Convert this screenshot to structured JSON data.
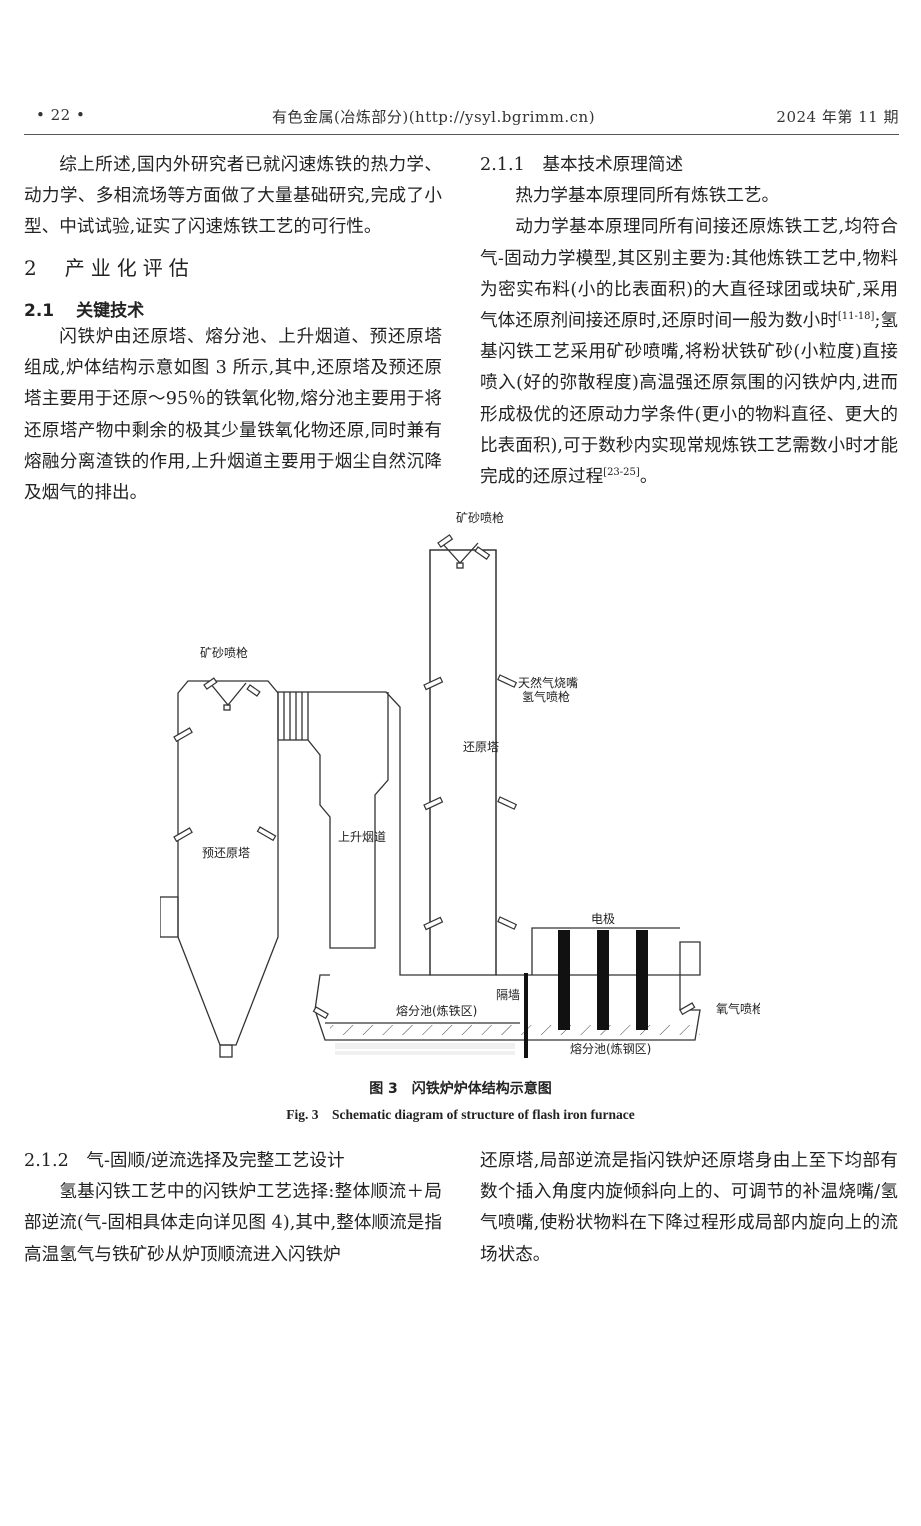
{
  "header": {
    "page_num": "• 22 •",
    "journal": "有色金属(冶炼部分)(http://ysyl.bgrimm.cn)",
    "issue": "2024 年第 11 期"
  },
  "left_col": {
    "para1": "综上所述,国内外研究者已就闪速炼铁的热力学、动力学、多相流场等方面做了大量基础研究,完成了小型、中试试验,证实了闪速炼铁工艺的可行性。",
    "sec2_num": "2",
    "sec2_title": "产业化评估",
    "sec21_num": "2.1",
    "sec21_title": "关键技术",
    "para2": "闪铁炉由还原塔、熔分池、上升烟道、预还原塔组成,炉体结构示意如图 3 所示,其中,还原塔及预还原塔主要用于还原～95％的铁氧化物,熔分池主要用于将还原塔产物中剩余的极其少量铁氧化物还原,同时兼有熔融分离渣铁的作用,上升烟道主要用于烟尘自然沉降及烟气的排出。"
  },
  "right_col": {
    "sec211": "2.1.1　基本技术原理简述",
    "para1": "热力学基本原理同所有炼铁工艺。",
    "para2_a": "动力学基本原理同所有间接还原炼铁工艺,均符合气-固动力学模型,其区别主要为:其他炼铁工艺中,物料为密实布料(小的比表面积)的大直径球团或块矿,采用气体还原剂间接还原时,还原时间一般为数小时",
    "ref1": "[11-18]",
    "para2_b": ";氢基闪铁工艺采用矿砂喷嘴,将粉状铁矿砂(小粒度)直接喷入(好的弥散程度)高温强还原氛围的闪铁炉内,进而形成极优的还原动力学条件(更小的物料直径、更大的比表面积),可于数秒内实现常规炼铁工艺需数小时才能完成的还原过程",
    "ref2": "[23-25]",
    "para2_c": "。"
  },
  "figure": {
    "labels": {
      "ore_gun_top": "矿砂喷枪",
      "ore_gun_left": "矿砂喷枪",
      "gas_burner": "天然气烧嘴",
      "h2_gun": "氢气喷枪",
      "reduction_tower": "还原塔",
      "riser_flue": "上升烟道",
      "pre_reduction_tower": "预还原塔",
      "electrode": "电极",
      "partition": "隔墙",
      "melt_pool_iron": "熔分池(炼铁区)",
      "oxygen_gun": "氧气喷枪",
      "melt_pool_steel": "熔分池(炼钢区)"
    },
    "caption_cn": "图 3　闪铁炉炉体结构示意图",
    "caption_en": "Fig. 3　Schematic diagram of structure of flash iron furnace"
  },
  "bottom_left": {
    "sec212": "2.1.2　气-固顺/逆流选择及完整工艺设计",
    "para": "氢基闪铁工艺中的闪铁炉工艺选择:整体顺流＋局部逆流(气-固相具体走向详见图 4),其中,整体顺流是指高温氢气与铁矿砂从炉顶顺流进入闪铁炉"
  },
  "bottom_right": {
    "para": "还原塔,局部逆流是指闪铁炉还原塔身由上至下均部有数个插入角度内旋倾斜向上的、可调节的补温烧嘴/氢气喷嘴,使粉状物料在下降过程形成局部内旋向上的流场状态。"
  }
}
